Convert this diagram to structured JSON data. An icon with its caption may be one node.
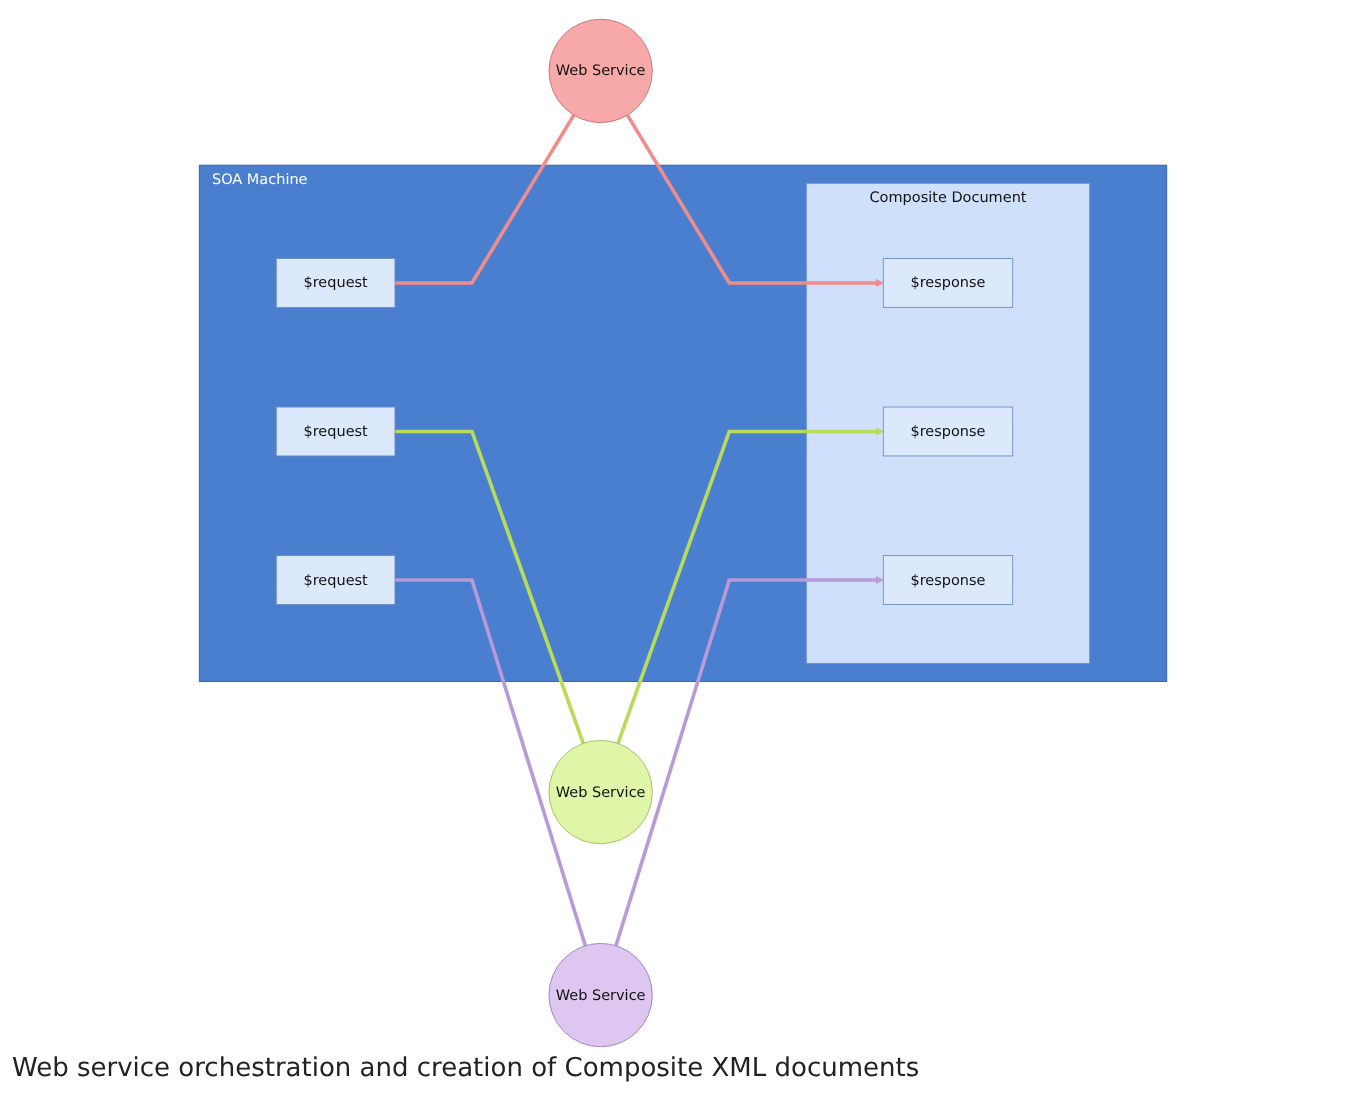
{
  "diagram": {
    "nodes": [
      {
        "text": [
          "SOA Machine"
        ]
      },
      {
        "text": [
          "$request"
        ],
        "in": 0
      },
      {
        "text": [
          "$request"
        ],
        "in": 0
      },
      {
        "text": [
          "$request"
        ],
        "in": 0
      },
      {
        "text": [
          "Composite Document"
        ],
        "in": 0
      },
      {
        "text": [
          "$response"
        ],
        "in": 4
      },
      {
        "text": [
          "$response"
        ],
        "in": 4
      },
      {
        "text": [
          "$response"
        ],
        "in": 4
      },
      {
        "text": [
          "Web Service"
        ]
      },
      {
        "text": [
          "Web Service"
        ]
      },
      {
        "text": [
          "Web Service"
        ]
      }
    ],
    "edges": [
      {
        "from": 1,
        "to": 8,
        "arrow": "none",
        "color": "#f08c8c"
      },
      {
        "from": 8,
        "to": 5,
        "arrow": "to",
        "color": "#f08c8c"
      },
      {
        "from": 2,
        "to": 9,
        "arrow": "none",
        "color": "#b8dc5a"
      },
      {
        "from": 9,
        "to": 6,
        "arrow": "to",
        "color": "#b8dc5a"
      },
      {
        "from": 3,
        "to": 10,
        "arrow": "none",
        "color": "#b89ad8"
      },
      {
        "from": 10,
        "to": 7,
        "arrow": "to",
        "color": "#b89ad8"
      }
    ],
    "labels": [
      "Web service orchestration and creation of Composite XML documents"
    ]
  }
}
